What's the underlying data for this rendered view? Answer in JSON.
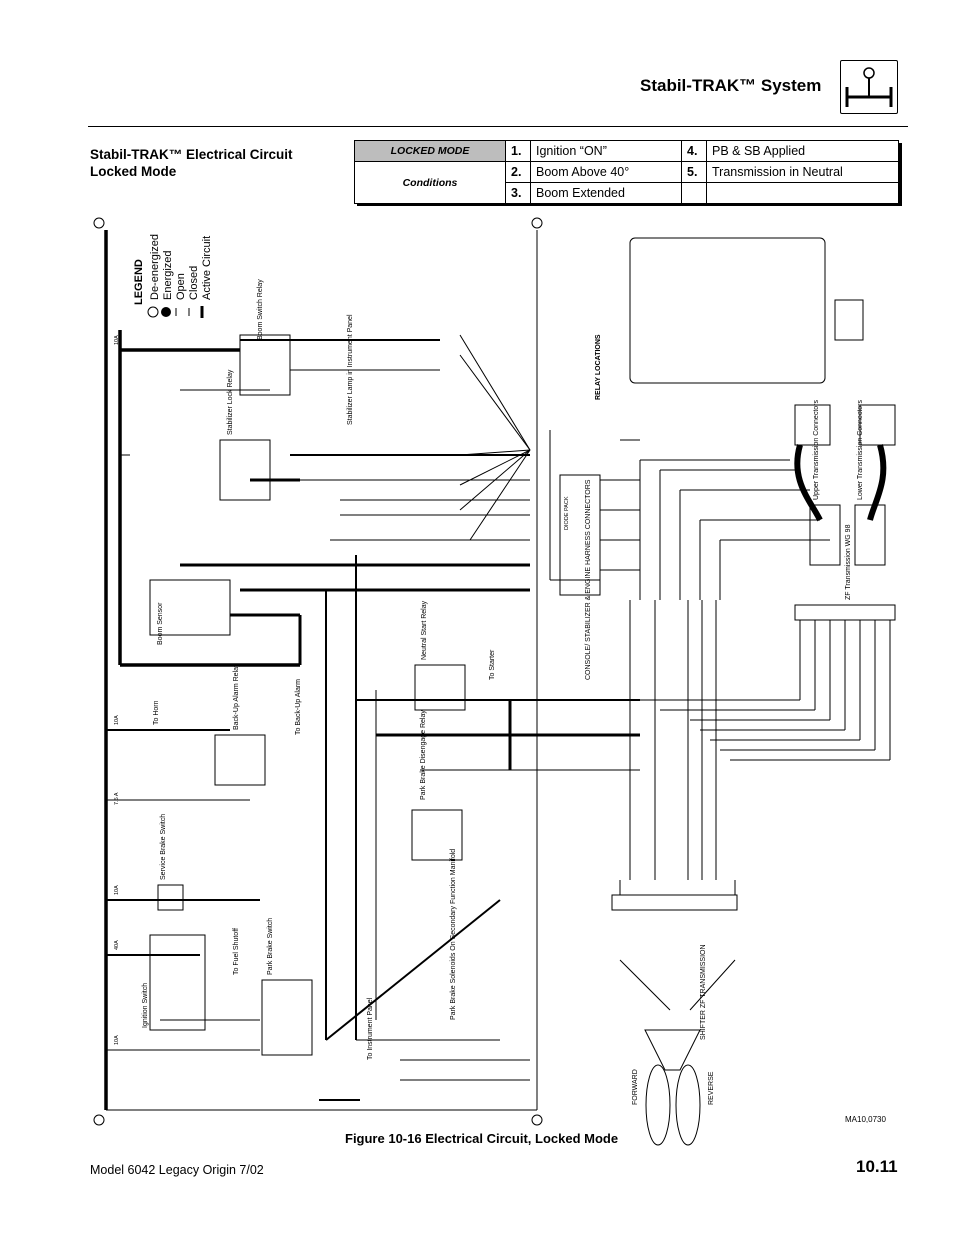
{
  "header": {
    "title": "Stabil-TRAK™ System"
  },
  "section": {
    "title_line1": "Stabil-TRAK™ Electrical Circuit",
    "title_line2": "Locked Mode"
  },
  "conditions_table": {
    "mode_label": "LOCKED MODE",
    "conditions_label": "Conditions",
    "items": [
      {
        "num": "1.",
        "text": "Ignition “ON”"
      },
      {
        "num": "2.",
        "text": "Boom Above 40°"
      },
      {
        "num": "3.",
        "text": "Boom Extended"
      },
      {
        "num": "4.",
        "text": "PB & SB Applied"
      },
      {
        "num": "5.",
        "text": "Transmission in Neutral"
      }
    ]
  },
  "legend": {
    "title": "LEGEND",
    "items": [
      {
        "symbol": "DE",
        "text": "De-energized"
      },
      {
        "symbol": "E",
        "text": "Energized"
      },
      {
        "symbol": "open",
        "text": "Open"
      },
      {
        "symbol": "closed",
        "text": "Closed"
      },
      {
        "symbol": "line",
        "text": "Active Circuit"
      }
    ]
  },
  "diagram_labels": {
    "relay_locations": "RELAY LOCATIONS",
    "boom_switch_relay": "Boom Switch Relay",
    "stabilizer_lock_relay": "Stabilizer Lock Relay",
    "stabilizer_lamp": "Stabilizer Lamp in Instrument Panel",
    "boom_sensor": "Boom Sensor",
    "neutral_start_relay": "Neutral Start Relay",
    "to_starter": "To Starter",
    "to_horn": "To Horn",
    "backup_alarm_relay": "Back-Up Alarm Relay",
    "to_backup_alarm": "To Back-Up Alarm",
    "park_brake_disengage_relay": "Park Brake Disengage Relay",
    "service_brake_switch": "Service Brake Switch",
    "to_fuel_shutoff": "To Fuel Shutoff",
    "park_brake_switch": "Park Brake Switch",
    "ignition_switch": "Ignition Switch",
    "to_instrument_panel": "To Instrument Panel",
    "park_brake_solenoids": "Park Brake Solenoids On Secondary Function Manifold",
    "console_connectors": "CONSOLE/ STABILIZER & ENGINE HARNESS CONNECTORS",
    "diode_pack": "DIODE PACK",
    "upper_trans_conn": "Upper Transmission Connectors",
    "lower_trans_conn": "Lower Transmission Connectors",
    "zf_transmission": "ZF Transmission WG 98",
    "shifter": "SHIFTER ZF TRANSMISSION",
    "forward": "FORWARD",
    "reverse": "REVERSE",
    "fuse_10a": "10A",
    "fuse_75a": "7.5 A",
    "fuse_40a": "40A"
  },
  "figure_caption": "Figure 10-16  Electrical Circuit, Locked Mode",
  "figure_code": "MA10,0730",
  "footer": {
    "left": "Model  6042  Legacy    Origin  7/02",
    "page": "10.11"
  }
}
